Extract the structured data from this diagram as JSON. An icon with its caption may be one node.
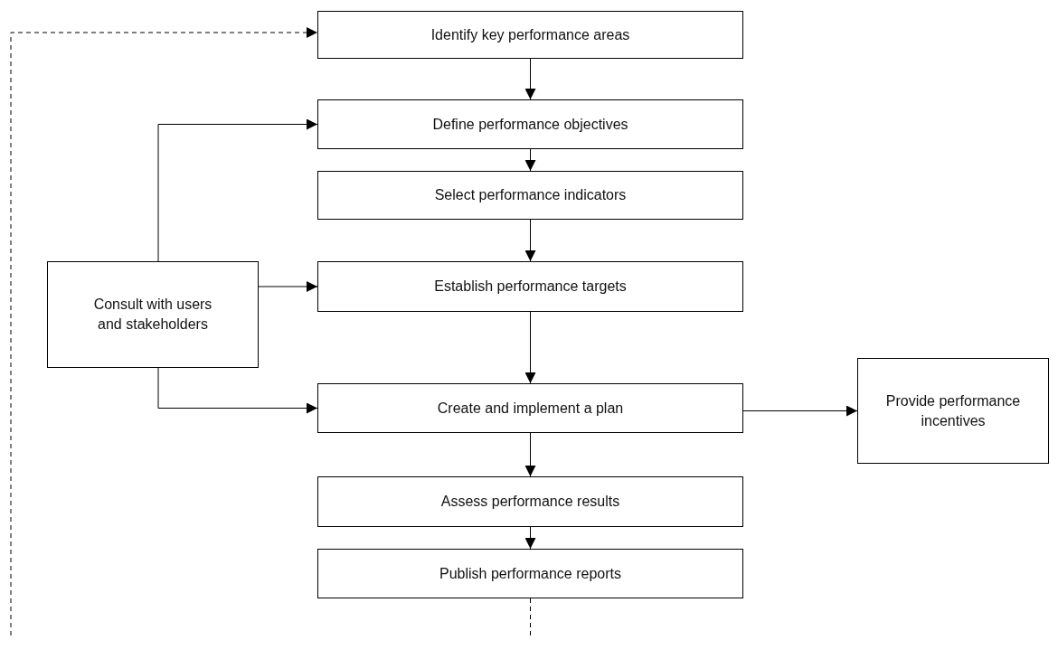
{
  "diagram": {
    "nodes": [
      {
        "text": [
          "Identify key performance areas"
        ]
      },
      {
        "text": [
          "Define performance objectives"
        ]
      },
      {
        "text": [
          "Select performance indicators"
        ]
      },
      {
        "text": [
          "Establish performance targets"
        ]
      },
      {
        "text": [
          "Create and implement a plan"
        ]
      },
      {
        "text": [
          "Assess performance results"
        ]
      },
      {
        "text": [
          "Publish performance reports"
        ]
      },
      {
        "text": [
          "Consult with users and stakeholders"
        ]
      },
      {
        "text": [
          "Provide performance incentives"
        ]
      }
    ],
    "edges": [
      {
        "from": 0,
        "to": 1,
        "arrow": "to"
      },
      {
        "from": 1,
        "to": 2,
        "arrow": "to"
      },
      {
        "from": 2,
        "to": 3,
        "arrow": "to"
      },
      {
        "from": 3,
        "to": 4,
        "arrow": "to"
      },
      {
        "from": 4,
        "to": 5,
        "arrow": "to"
      },
      {
        "from": 5,
        "to": 6,
        "arrow": "to"
      },
      {
        "from": 7,
        "to": 1,
        "arrow": "to"
      },
      {
        "from": 7,
        "to": 3,
        "arrow": "to"
      },
      {
        "from": 7,
        "to": 4,
        "arrow": "to"
      },
      {
        "from": 4,
        "to": 8,
        "arrow": "to"
      },
      {
        "from": 6,
        "to": null,
        "arrow": "none",
        "style": "dashed"
      },
      {
        "from": null,
        "to": 0,
        "arrow": "to",
        "style": "dashed"
      }
    ]
  }
}
